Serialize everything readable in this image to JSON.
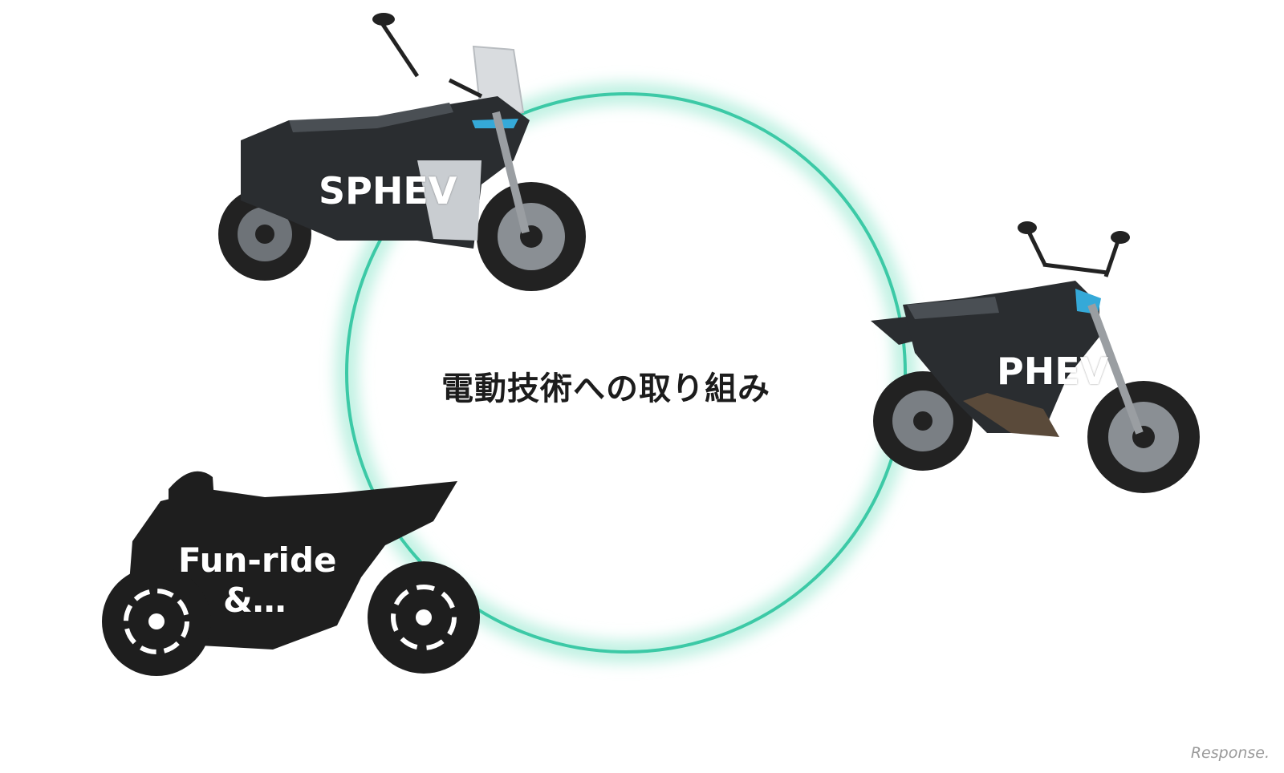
{
  "diagram": {
    "center_title": "電動技術への取り組み",
    "items": [
      {
        "label": "SPHEV"
      },
      {
        "label": "PHEV"
      },
      {
        "label_line1": "Fun-ride",
        "label_line2": "&…"
      }
    ]
  },
  "watermark": "Response.",
  "colors": {
    "ring": "#3cc9a6",
    "ring_glow": "#bff1e2",
    "bike_dark": "#2a2d30",
    "bike_mid": "#4a4f54",
    "silhouette": "#1e1e1e",
    "accent_blue": "#35a9d8",
    "title_text": "#1c1c1c"
  }
}
